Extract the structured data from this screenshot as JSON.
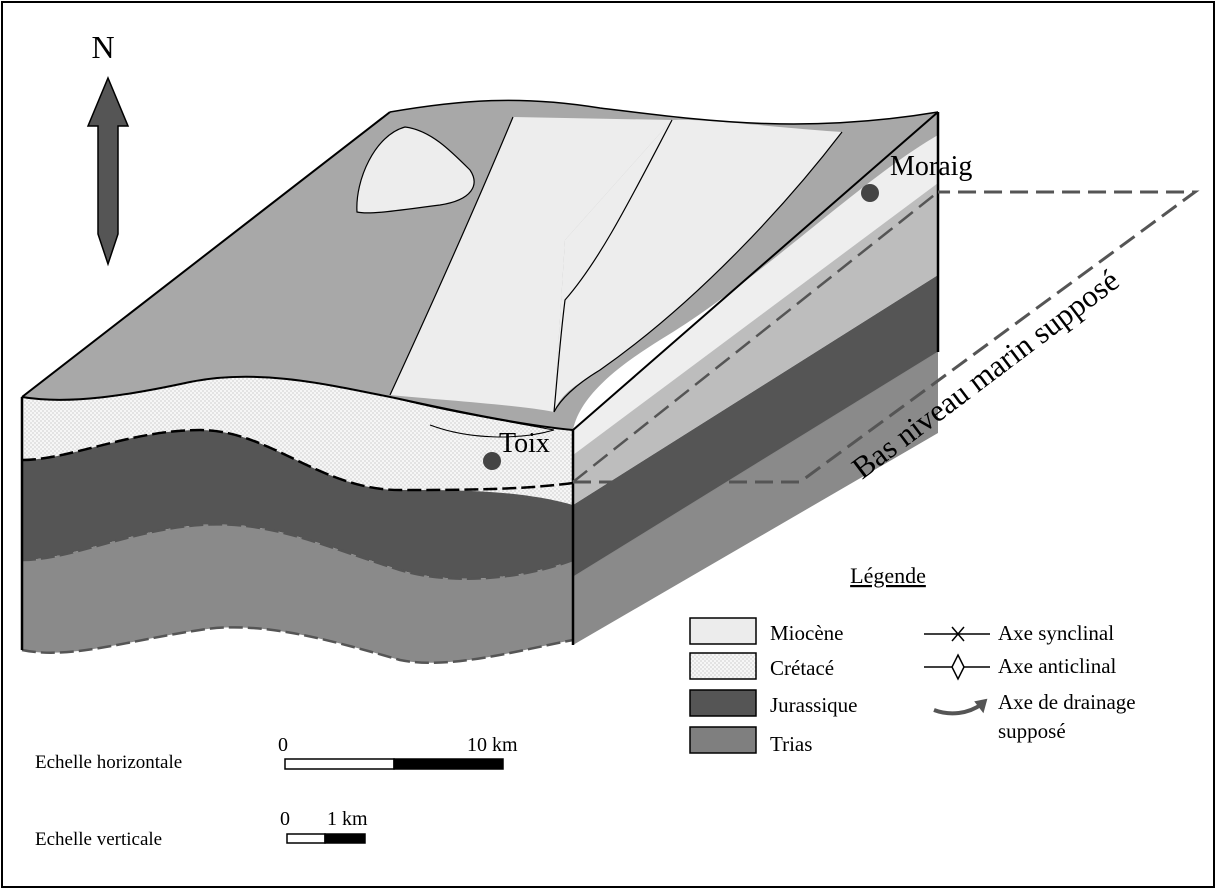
{
  "north_label": "N",
  "places": {
    "toix": "Toix",
    "moraig": "Moraig"
  },
  "sea_level_label": "Bas niveau marin supposé",
  "legend": {
    "title": "Légende",
    "units": [
      {
        "label": "Miocène",
        "color": "#ececec"
      },
      {
        "label": "Crétacé",
        "color": "#f4f4f4"
      },
      {
        "label": "Jurassique",
        "color": "#555555"
      },
      {
        "label": "Trias",
        "color": "#7f7f7f"
      }
    ],
    "symbols": {
      "syncline": "Axe synclinal",
      "anticline": "Axe anticlinal",
      "drainage_line1": "Axe de drainage",
      "drainage_line2": "supposé"
    }
  },
  "scales": {
    "horizontal_label": "Echelle horizontale",
    "horizontal_start": "0",
    "horizontal_end": "10 km",
    "vertical_label": "Echelle verticale",
    "vertical_start": "0",
    "vertical_end": "1 km"
  },
  "colors": {
    "top_surface": "#a8a8a8",
    "outline": "#000000",
    "dashed_line": "#555555"
  }
}
